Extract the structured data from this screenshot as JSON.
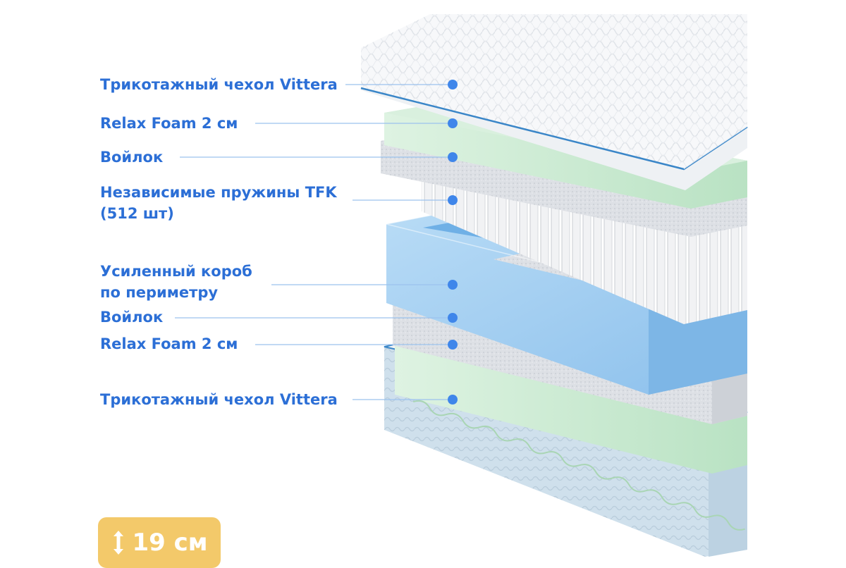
{
  "layers": [
    {
      "label": "Трикотажный чехол Vittera"
    },
    {
      "label": "Relax Foam 2 см"
    },
    {
      "label": "Войлок"
    },
    {
      "label_line1": "Независимые пружины TFK",
      "label_line2": "(512 шт)"
    },
    {
      "label_line1": "Усиленный короб",
      "label_line2": "по периметру"
    },
    {
      "label": "Войлок"
    },
    {
      "label": "Relax Foam 2 см"
    },
    {
      "label": "Трикотажный чехол Vittera"
    }
  ],
  "height_badge": {
    "value": "19 см",
    "icon": "vertical-double-arrow-icon"
  },
  "colors": {
    "label_text": "#2c6fd6",
    "dot": "#3f86ea",
    "badge_bg": "#f3c96a",
    "foam_green": "#cdebd3",
    "box_blue": "#a6d0f2",
    "felt_gray": "#d9dde3"
  }
}
